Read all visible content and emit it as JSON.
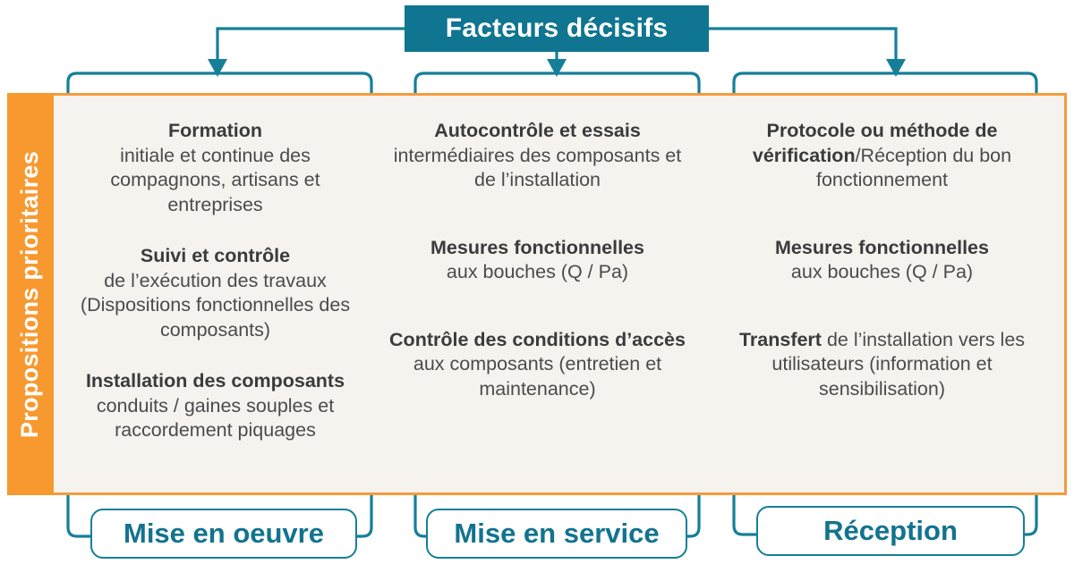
{
  "header": {
    "title": "Facteurs décisifs",
    "title_bg": "#0f7590",
    "title_color": "#ffffff"
  },
  "sidebar": {
    "label": "Propositions prioritaires",
    "bg": "#f7992f",
    "color": "#ffffff"
  },
  "panel": {
    "bg": "#f6f2ee",
    "border": "#f59b3c"
  },
  "colors": {
    "teal": "#157f99",
    "teal_dark": "#0f7590",
    "orange": "#f7992f",
    "text": "#4b4b4b"
  },
  "columns": [
    {
      "stage_label": "Mise en oeuvre",
      "blocks": [
        {
          "bold": "Formation",
          "rest": "initiale et continue des compagnons, artisans et entreprises"
        },
        {
          "bold": "Suivi et contrôle",
          "rest": "de l’exécution des travaux (Dispositions fonctionnelles des composants)"
        },
        {
          "bold": "Installation des composants",
          "rest": "conduits / gaines souples et raccordement piquages"
        }
      ]
    },
    {
      "stage_label": "Mise en service",
      "blocks": [
        {
          "bold": "Autocontrôle et essais",
          "rest": "intermédiaires des composants et de l’installation"
        },
        {
          "bold": "Mesures fonctionnelles",
          "rest": "aux bouches (Q / Pa)"
        },
        {
          "bold": "Contrôle des conditions d’accès",
          "rest": " aux composants (entretien et maintenance)"
        }
      ]
    },
    {
      "stage_label": "Réception",
      "blocks": [
        {
          "bold": "Protocole ou méthode de vérification",
          "rest": "/Réception du bon fonctionnement"
        },
        {
          "bold": "Mesures fonctionnelles",
          "rest": "aux bouches (Q / Pa)"
        },
        {
          "bold": "Transfert",
          "rest": " de l’installation vers les utilisateurs (information et sensibilisation)"
        }
      ]
    }
  ]
}
